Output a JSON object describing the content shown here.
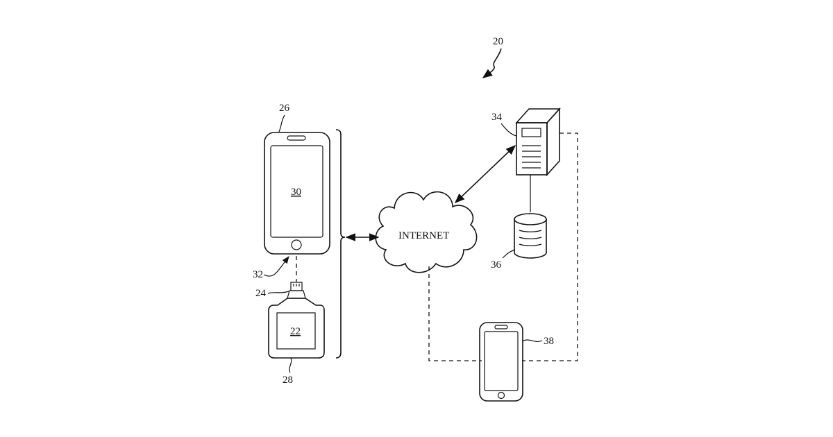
{
  "labels": {
    "system": "20",
    "phone": "26",
    "phone_screen": "30",
    "connection": "32",
    "connector": "24",
    "device": "22",
    "device_body": "28",
    "server": "34",
    "database": "36",
    "remote_phone": "38",
    "internet": "INTERNET"
  }
}
